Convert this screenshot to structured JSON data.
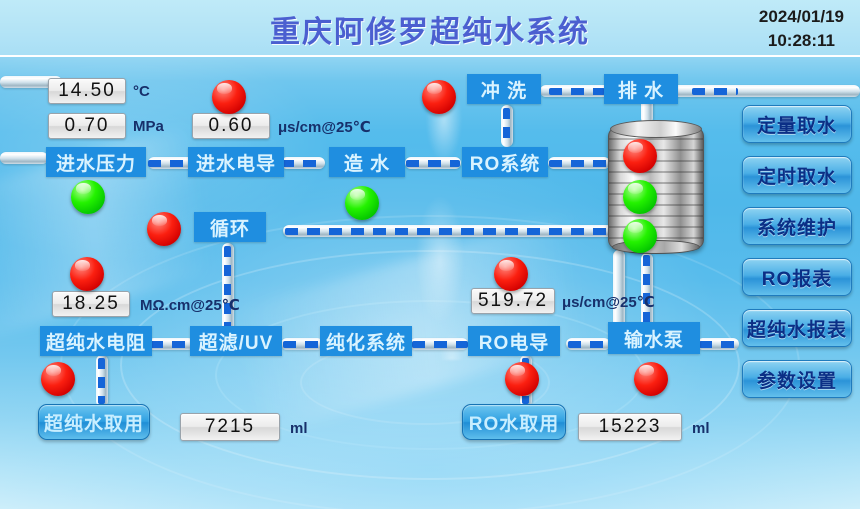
{
  "header": {
    "title": "重庆阿修罗超纯水系统",
    "date": "2024/01/19",
    "time": "10:28:11"
  },
  "readouts": {
    "inlet_temp": {
      "value": "14.50",
      "unit": "°C"
    },
    "inlet_pressure": {
      "value": "0.70",
      "unit": "MPa"
    },
    "inlet_conductivity": {
      "value": "0.60",
      "unit": "μs/cm@25℃"
    },
    "ultrapure_resistivity": {
      "value": "18.25",
      "unit": "MΩ.cm@25℃"
    },
    "ro_conductivity": {
      "value": "519.72",
      "unit": "μs/cm@25℃"
    },
    "ultrapure_volume": {
      "value": "7215",
      "unit": "ml"
    },
    "ro_volume": {
      "value": "15223",
      "unit": "ml"
    }
  },
  "tags": {
    "flush": "冲  洗",
    "drain": "排  水",
    "inlet_pressure": "进水压力",
    "inlet_conductivity": "进水电导",
    "make_water": "造  水",
    "ro_system": "RO系统",
    "circulation": "循环",
    "ultrapure_resistance": "超纯水电阻",
    "uf_uv": "超滤/UV",
    "purification_system": "纯化系统",
    "ro_conductivity": "RO电导",
    "transfer_pump": "输水泵"
  },
  "actions": {
    "ultrapure_draw": "超纯水取用",
    "ro_draw": "RO水取用"
  },
  "side_buttons": [
    {
      "label": "定量取水"
    },
    {
      "label": "定时取水"
    },
    {
      "label": "系统维护"
    },
    {
      "label": "RO报表"
    },
    {
      "label": "超纯水报表"
    },
    {
      "label": "参数设置"
    }
  ],
  "lamps": [
    {
      "name": "flush-lamp",
      "state": "red"
    },
    {
      "name": "inlet-conductivity-lamp",
      "state": "red"
    },
    {
      "name": "inlet-pressure-lamp",
      "state": "green"
    },
    {
      "name": "make-water-lamp",
      "state": "green"
    },
    {
      "name": "circulation-lamp",
      "state": "red"
    },
    {
      "name": "ultrapure-resistance-lamp",
      "state": "red"
    },
    {
      "name": "ro-conductivity-lamp",
      "state": "red"
    },
    {
      "name": "ultrapure-draw-lamp",
      "state": "red"
    },
    {
      "name": "ro-draw-lamp",
      "state": "red"
    },
    {
      "name": "transfer-pump-lamp",
      "state": "red"
    },
    {
      "name": "tank-high-level-lamp",
      "state": "red"
    },
    {
      "name": "tank-mid-level-lamp",
      "state": "green"
    },
    {
      "name": "tank-low-level-lamp",
      "state": "green"
    }
  ],
  "colors": {
    "tag_bg": "#1f8ee0",
    "tag_text": "#d9f3ff",
    "title": "#4b5fd0",
    "flow": "#1565d8",
    "lamp_red": "#fb1f10",
    "lamp_green": "#24f200"
  }
}
